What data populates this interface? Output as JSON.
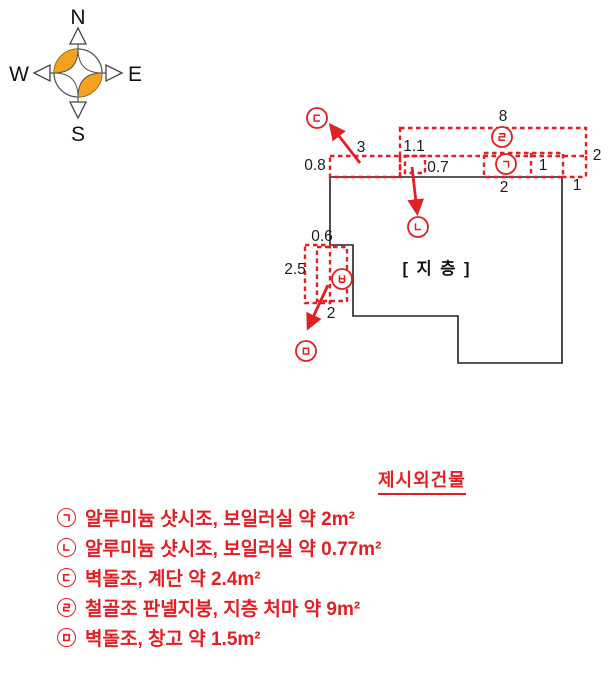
{
  "compass": {
    "north": "N",
    "east": "E",
    "south": "S",
    "west": "W"
  },
  "plan": {
    "floor_label": "[ 지 층 ]",
    "dimensions": {
      "eave_top": "8",
      "eave_right": "2",
      "stair_top": "3",
      "stair_left": "0.8",
      "boiler_b_width": "1.1",
      "boiler_b_height": "0.7",
      "boiler_a_width": "2",
      "boiler_a_inner": "1",
      "eave_overhang": "1",
      "notch_width": "0.6",
      "storage_height": "2.5",
      "storage_width": "2"
    },
    "markers": {
      "giyeok": "㉠",
      "nieun": "㉡",
      "digeut": "㉢",
      "rieul": "㉣",
      "mieum": "㉤",
      "bieup": "㉥"
    }
  },
  "legend": {
    "title": "제시외건물",
    "items": [
      {
        "marker": "㉠",
        "text": "알루미늄 샷시조, 보일러실 약 2m²"
      },
      {
        "marker": "㉡",
        "text": "알루미늄 샷시조, 보일러실 약 0.77m²"
      },
      {
        "marker": "㉢",
        "text": "벽돌조, 계단 약 2.4m²"
      },
      {
        "marker": "㉣",
        "text": "철골조 판넬지붕, 지층 처마 약 9m²"
      },
      {
        "marker": "㉤",
        "text": "벽돌조, 창고 약 1.5m²"
      }
    ]
  },
  "colors": {
    "red": "#e02023",
    "orange": "#f5a01f",
    "line_black": "#222222"
  }
}
